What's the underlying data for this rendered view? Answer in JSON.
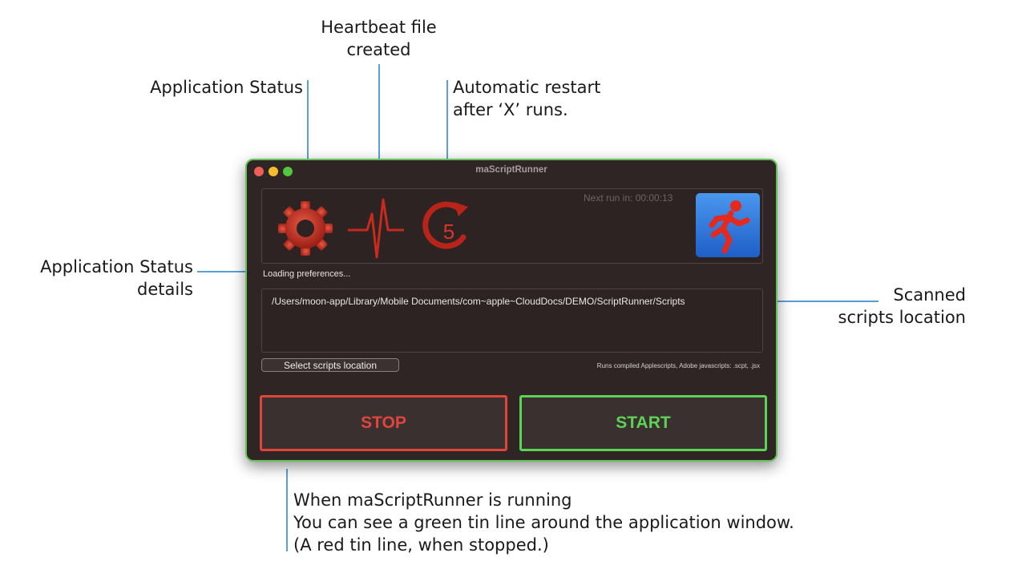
{
  "callouts": {
    "heartbeat": "Heartbeat file\ncreated",
    "app_status": "Application Status",
    "auto_restart": "Automatic restart\nafter ‘X’ runs.",
    "status_details": "Application Status\ndetails",
    "scanned_location": "Scanned\nscripts location",
    "running_note": "When maScriptRunner is running\nYou can see a green tin line around the application window.\n(A red tin line, when stopped.)"
  },
  "window": {
    "title": "maScriptRunner",
    "border_color": "#63c25a",
    "next_run": "Next run in: 00:00:13",
    "restart_count": "5",
    "status_details": "Loading preferences...",
    "scripts_path": "/Users/moon-app/Library/Mobile Documents/com~apple~CloudDocs/DEMO/ScriptRunner/Scripts",
    "select_button": "Select scripts location",
    "runs_note": "Runs compiled Applescripts, Adobe javascripts: .scpt, .jsx",
    "stop_button": "STOP",
    "start_button": "START",
    "icons": [
      "gear-icon",
      "heartbeat-icon",
      "restart-counter-icon",
      "running-man-icon"
    ],
    "colors": {
      "stop": "#e0453c",
      "start": "#5cd354",
      "icon_red": "#c0281d"
    }
  }
}
